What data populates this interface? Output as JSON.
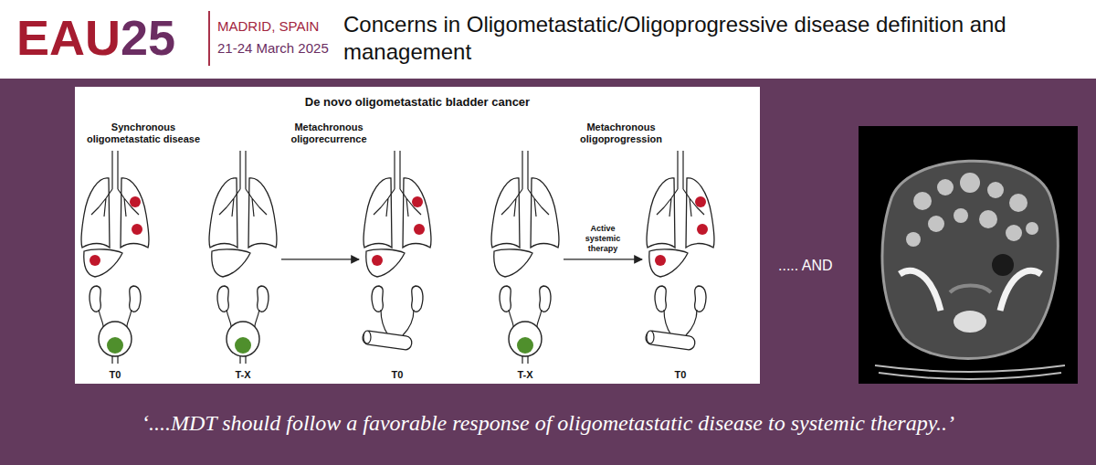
{
  "diagram": {
    "title": "Concerns in Oligometastatic/Oligoprogressive disease definition and management",
    "caption": "‘....MDT should follow a favorable response of oligometastatic disease to systemic therapy..’",
    "nodes": [
      {
        "text": [
          "De novo oligometastatic bladder cancer"
        ]
      },
      {
        "text": [
          "T0"
        ],
        "in": 0
      },
      {
        "text": [
          "T-X"
        ],
        "in": 0
      },
      {
        "text": [
          "T0"
        ],
        "in": 0
      },
      {
        "text": [
          "T-X"
        ],
        "in": 0
      },
      {
        "text": [
          "T0"
        ],
        "in": 0
      }
    ],
    "edges": [
      {
        "from": 2,
        "to": 3,
        "arrow": "to"
      },
      {
        "from": 4,
        "to": 5,
        "label": "Active systemic therapy",
        "arrow": "to"
      }
    ],
    "labels": [
      "EAU",
      "25",
      "MADRID, SPAIN",
      "21-24 March 2025",
      "Synchronous oligometastatic disease",
      "Metachronous oligorecurrence",
      "Metachronous oligoprogression",
      "..... AND"
    ]
  }
}
